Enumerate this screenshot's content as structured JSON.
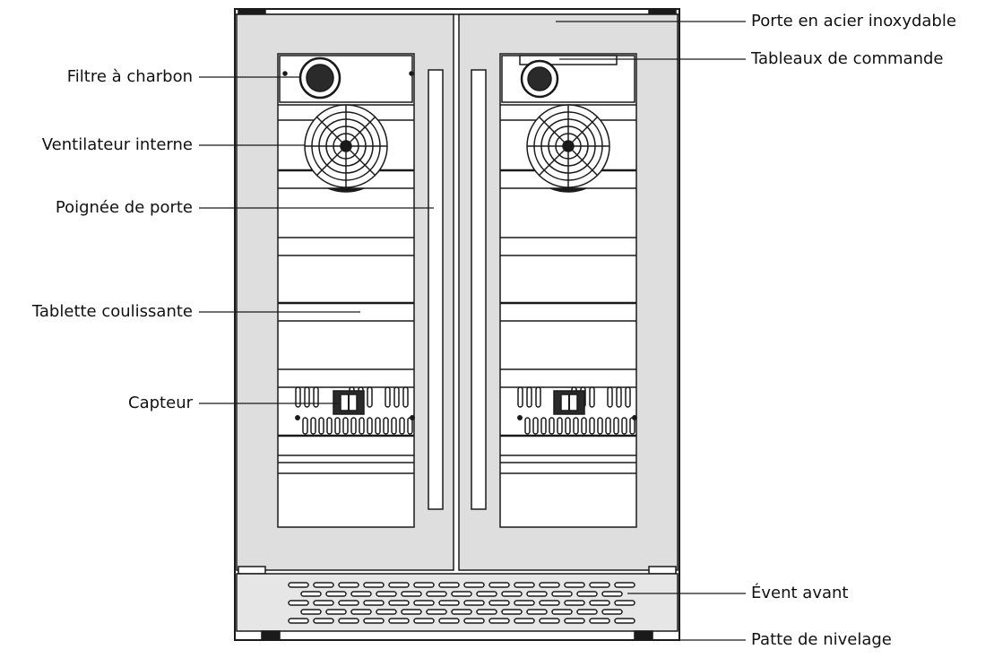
{
  "diagram": {
    "colors": {
      "line": "#1a1a1a",
      "door_fill": "#dedede",
      "glass_fill": "#ffffff",
      "base_fill": "#e6e6e6",
      "dark_part": "#2a2a2a"
    },
    "labels_left": [
      {
        "id": "charcoal-filter",
        "text": "Filtre à charbon"
      },
      {
        "id": "internal-fan",
        "text": "Ventilateur interne"
      },
      {
        "id": "door-handle",
        "text": "Poignée de porte"
      },
      {
        "id": "sliding-shelf",
        "text": "Tablette coulissante"
      },
      {
        "id": "sensor",
        "text": "Capteur"
      }
    ],
    "labels_right": [
      {
        "id": "stainless-door",
        "text": "Porte en acier inoxydable"
      },
      {
        "id": "control-panels",
        "text": "Tableaux de commande"
      },
      {
        "id": "front-vent",
        "text": "Évent avant"
      },
      {
        "id": "leveling-foot",
        "text": "Patte de nivelage"
      }
    ]
  }
}
